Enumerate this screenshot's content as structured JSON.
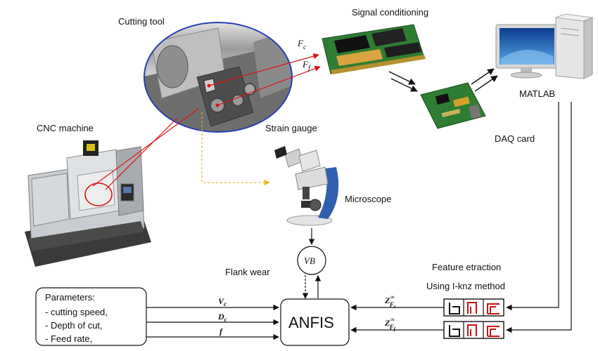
{
  "labels": {
    "cutting_tool": "Cutting tool",
    "signal_conditioning": "Signal conditioning",
    "cnc_machine": "CNC machine",
    "strain_gauge": "Strain gauge",
    "daq_card": "DAQ card",
    "matlab": "MATLAB",
    "microscope": "Microscope",
    "flank_wear": "Flank wear",
    "vb": "VB",
    "feature_extraction_line1": "Feature etraction",
    "feature_extraction_line2": "Using I-knz method",
    "anfis": "ANFIS"
  },
  "forces": {
    "fc_main": "F",
    "fc_sub": "c",
    "ff_main": "F",
    "ff_sub": "f"
  },
  "parameters": {
    "title": "Parameters:",
    "items": [
      "- cutting speed,",
      "- Depth of cut,",
      "- Feed rate,"
    ]
  },
  "inputs": {
    "vc_main": "V",
    "vc_sub": "c",
    "dc_main": "D",
    "dc_sub": "c",
    "f": "f"
  },
  "feature_signals": {
    "zfc_main": "Z",
    "zfc_sup": "∞",
    "zfc_sub": "F",
    "zfc_subsub": "c",
    "zff_main": "Z",
    "zff_sup": "∞",
    "zff_sub": "F",
    "zff_subsub": "f"
  },
  "colors": {
    "red_arrow": "#e01010",
    "dashed_yellow": "#e8b820",
    "lens_border": "#2a3fb0",
    "box_border": "#111111",
    "pcb_green": "#2e7d32",
    "machine_gray": "#b0b4b8"
  }
}
